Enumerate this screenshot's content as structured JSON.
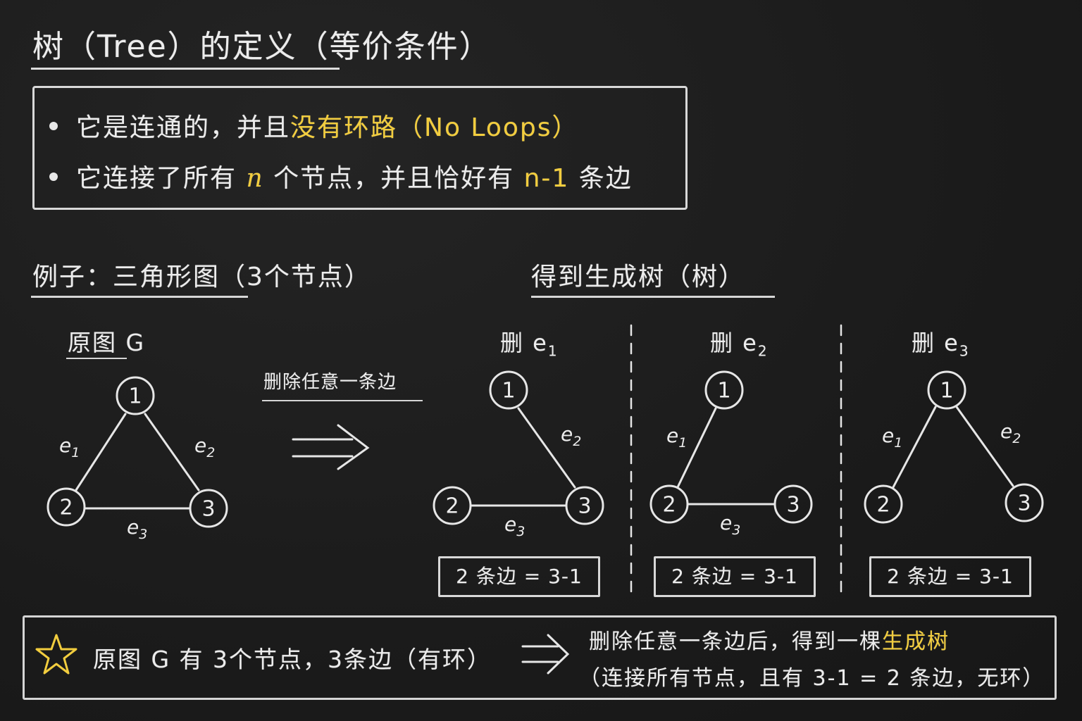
{
  "title": "树（Tree）的定义（等价条件）",
  "definition": {
    "line1_prefix": "它是连通的，并且",
    "line1_highlight": "没有环路（No Loops）",
    "line2_a": "它连接了所有",
    "line2_n": "n",
    "line2_b": "个节点，并且恰好有",
    "line2_n1": "n-1",
    "line2_c": "条边"
  },
  "example_heading": "例子：三角形图（3个节点）",
  "result_heading": "得到生成树（树）",
  "original_label": "原图 G",
  "operation_label": "删除任意一条边",
  "arrow_symbol": "⇒",
  "nodes": {
    "n1": "1",
    "n2": "2",
    "n3": "3"
  },
  "edges": {
    "e1": "e",
    "e1_sub": "1",
    "e2": "e",
    "e2_sub": "2",
    "e3": "e",
    "e3_sub": "3"
  },
  "trees": [
    {
      "label": "删 e",
      "label_sub": "1",
      "edge_count": "2 条边 = 3-1"
    },
    {
      "label": "删 e",
      "label_sub": "2",
      "edge_count": "2 条边 = 3-1"
    },
    {
      "label": "删 e",
      "label_sub": "3",
      "edge_count": "2 条边 = 3-1"
    }
  ],
  "summary": {
    "star": "☆",
    "left": "原图 G 有 3个节点，3条边（有环）",
    "arrow": "⇒",
    "right1_prefix": "删除任意一条边后，得到一棵",
    "right1_highlight": "生成树",
    "right2": "（连接所有节点，且有 3-1 = 2 条边，无环）"
  },
  "colors": {
    "background": "#1c1c1c",
    "chalk": "#ececec",
    "highlight": "#f2cd3e"
  }
}
